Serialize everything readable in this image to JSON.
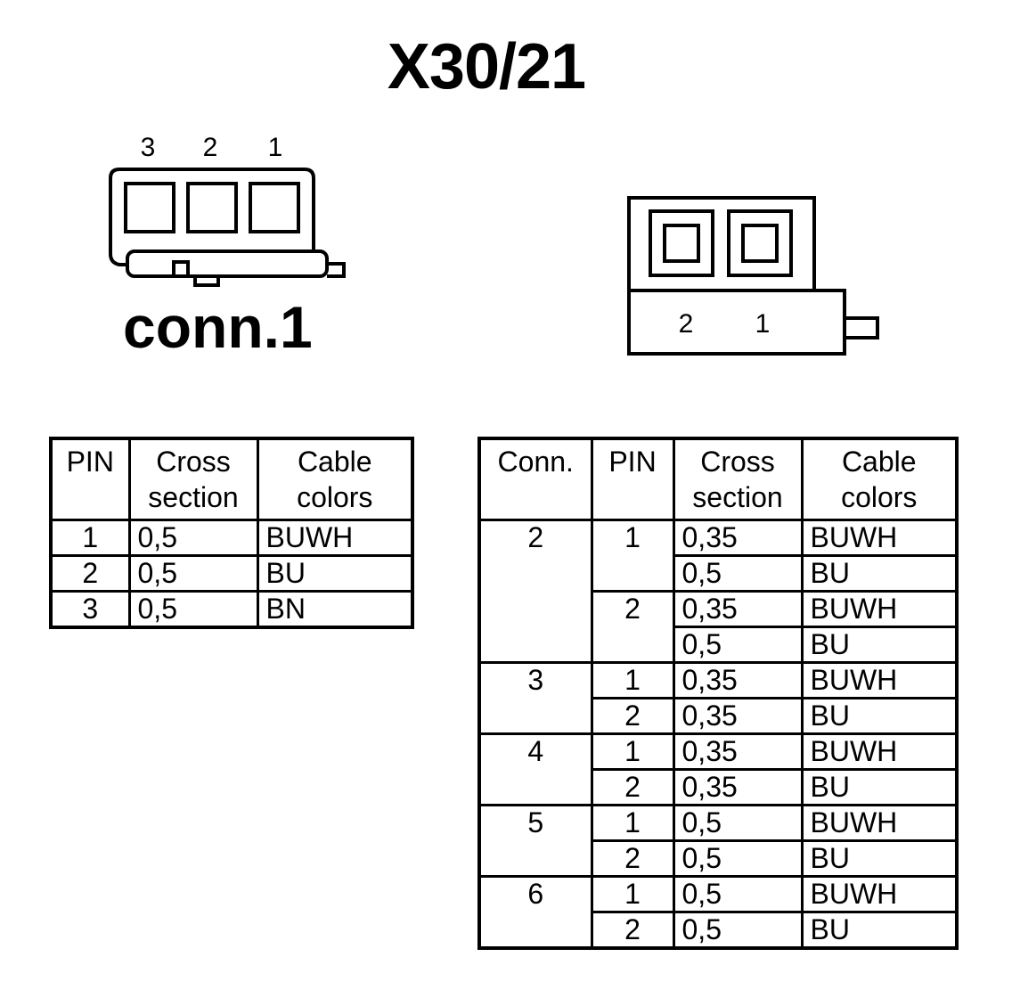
{
  "title": "X30/21",
  "connector1": {
    "pin_numbers": [
      "3",
      "2",
      "1"
    ],
    "label": "conn.1"
  },
  "connector2": {
    "pin_numbers": [
      "2",
      "1"
    ]
  },
  "table1": {
    "headers": [
      [
        "PIN"
      ],
      [
        "Cross",
        "section"
      ],
      [
        "Cable",
        "colors"
      ]
    ],
    "rows": [
      [
        "1",
        "0,5",
        "BUWH"
      ],
      [
        "2",
        "0,5",
        "BU"
      ],
      [
        "3",
        "0,5",
        "BN"
      ]
    ]
  },
  "table2": {
    "headers": [
      [
        "Conn."
      ],
      [
        "PIN"
      ],
      [
        "Cross",
        "section"
      ],
      [
        "Cable",
        "colors"
      ]
    ],
    "groups": [
      {
        "conn": "2",
        "pins": [
          {
            "pin": "1",
            "rows": [
              [
                "0,35",
                "BUWH"
              ],
              [
                "0,5",
                "BU"
              ]
            ]
          },
          {
            "pin": "2",
            "rows": [
              [
                "0,35",
                "BUWH"
              ],
              [
                "0,5",
                "BU"
              ]
            ]
          }
        ]
      },
      {
        "conn": "3",
        "pins": [
          {
            "pin": "1",
            "rows": [
              [
                "0,35",
                "BUWH"
              ]
            ]
          },
          {
            "pin": "2",
            "rows": [
              [
                "0,35",
                "BU"
              ]
            ]
          }
        ]
      },
      {
        "conn": "4",
        "pins": [
          {
            "pin": "1",
            "rows": [
              [
                "0,35",
                "BUWH"
              ]
            ]
          },
          {
            "pin": "2",
            "rows": [
              [
                "0,35",
                "BU"
              ]
            ]
          }
        ]
      },
      {
        "conn": "5",
        "pins": [
          {
            "pin": "1",
            "rows": [
              [
                "0,5",
                "BUWH"
              ]
            ]
          },
          {
            "pin": "2",
            "rows": [
              [
                "0,5",
                "BU"
              ]
            ]
          }
        ]
      },
      {
        "conn": "6",
        "pins": [
          {
            "pin": "1",
            "rows": [
              [
                "0,5",
                "BUWH"
              ]
            ]
          },
          {
            "pin": "2",
            "rows": [
              [
                "0,5",
                "BU"
              ]
            ]
          }
        ]
      }
    ]
  }
}
